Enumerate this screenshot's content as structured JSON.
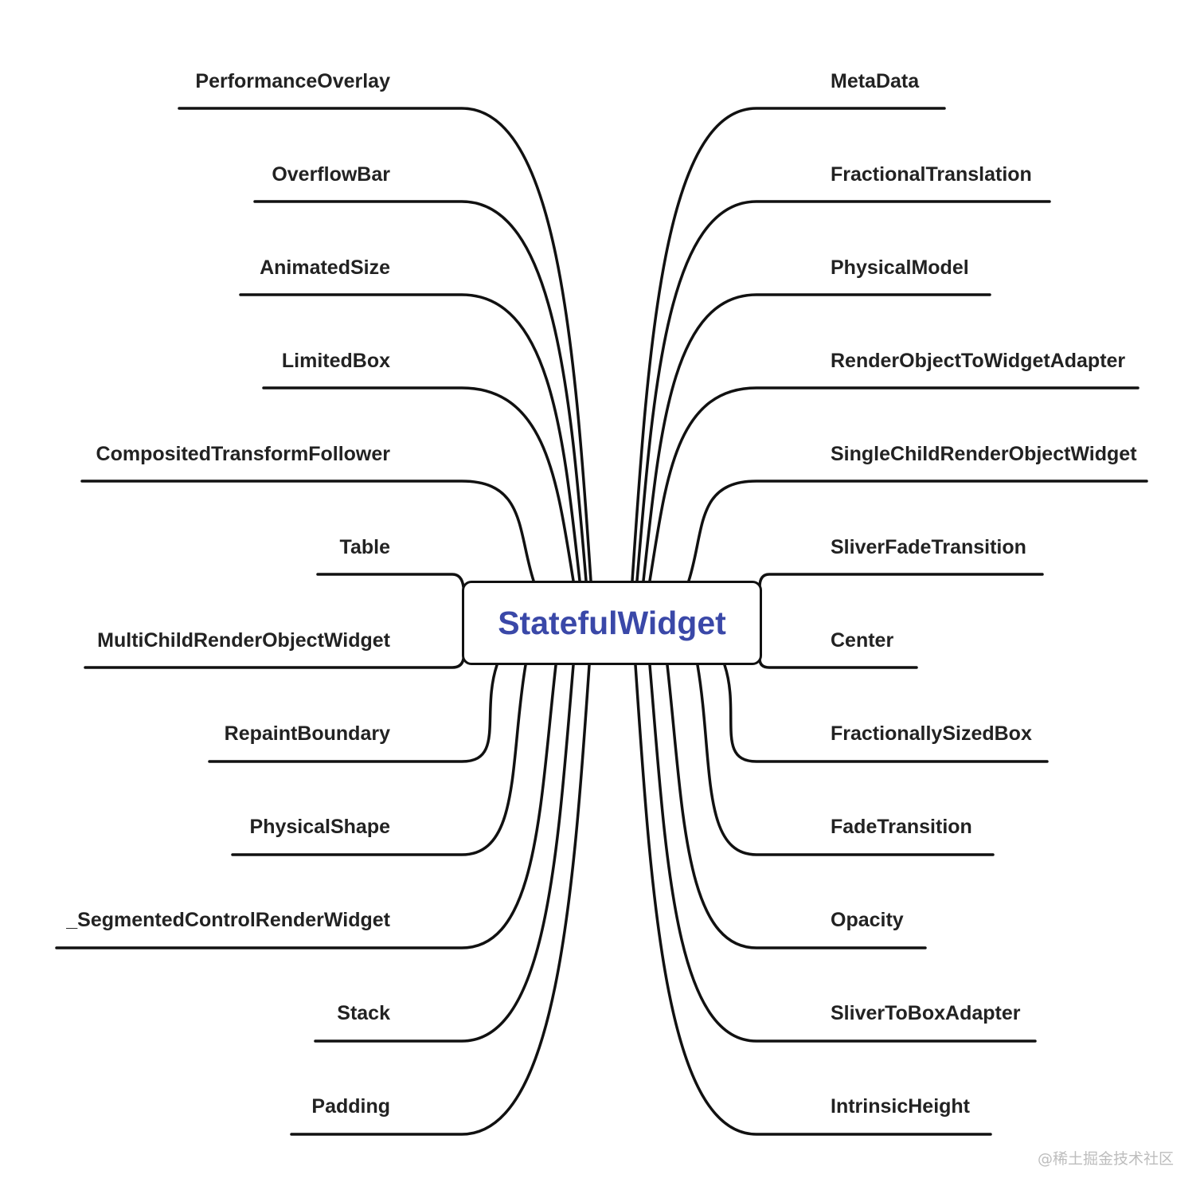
{
  "center": {
    "label": "StatefulWidget"
  },
  "left_nodes": [
    "PerformanceOverlay",
    "OverflowBar",
    "AnimatedSize",
    "LimitedBox",
    "CompositedTransformFollower",
    "Table",
    "MultiChildRenderObjectWidget",
    "RepaintBoundary",
    "PhysicalShape",
    "_SegmentedControlRenderWidget",
    "Stack",
    "Padding"
  ],
  "right_nodes": [
    "MetaData",
    "FractionalTranslation",
    "PhysicalModel",
    "RenderObjectToWidgetAdapter",
    "SingleChildRenderObjectWidget",
    "SliverFadeTransition",
    "Center",
    "FractionallySizedBox",
    "FadeTransition",
    "Opacity",
    "SliverToBoxAdapter",
    "IntrinsicHeight"
  ],
  "watermark": "@稀土掘金技术社区",
  "colors": {
    "center_text": "#3a48a8",
    "line": "#111111",
    "text": "#222222"
  }
}
